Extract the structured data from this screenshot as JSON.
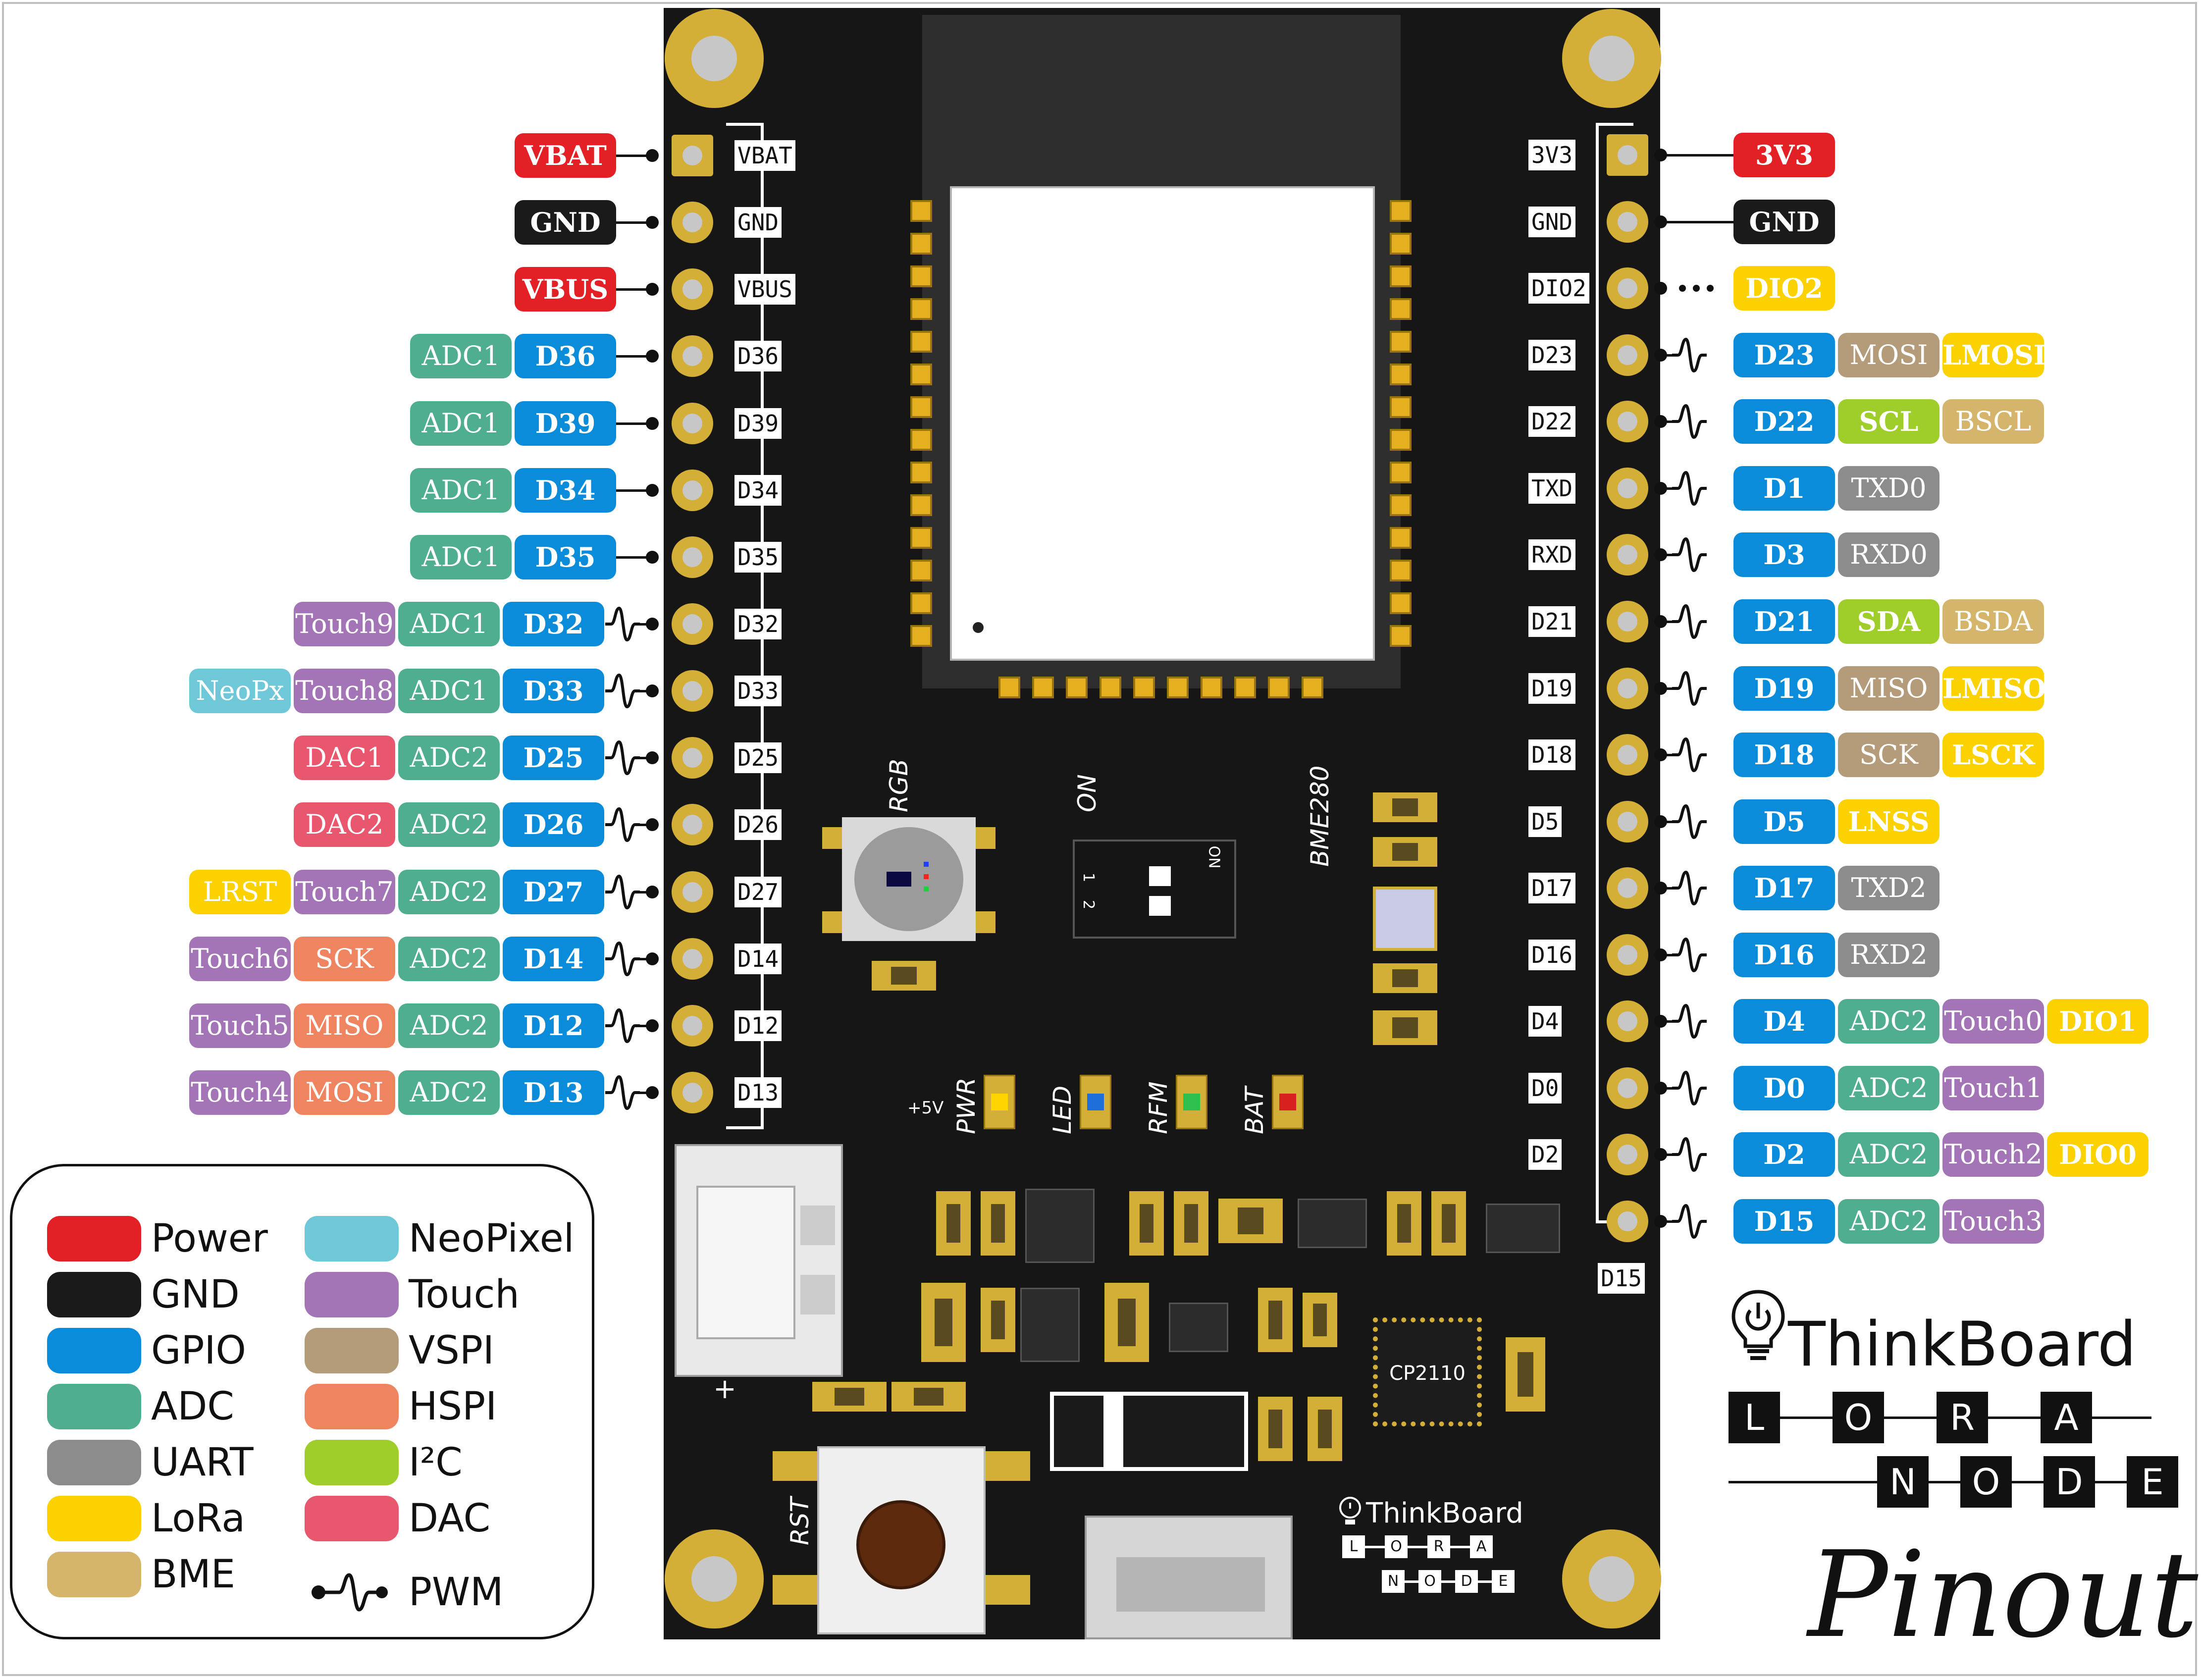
{
  "colors": {
    "power": "#e32026",
    "gnd": "#1a1a1a",
    "gpio": "#0a8cdb",
    "adc": "#4fae8f",
    "uart": "#8c8c8c",
    "lora": "#fbd200",
    "bme": "#d5b46c",
    "neopixel": "#6fc8d7",
    "touch": "#a374b6",
    "vspi": "#b49b79",
    "hspi": "#ef8560",
    "i2c": "#9fcd2a",
    "dac": "#e8576e"
  },
  "left_pins": [
    {
      "silk": "VBAT",
      "tags": [
        {
          "text": "VBAT",
          "kind": "power"
        }
      ]
    },
    {
      "silk": "GND",
      "tags": [
        {
          "text": "GND",
          "kind": "gnd"
        }
      ]
    },
    {
      "silk": "VBUS",
      "tags": [
        {
          "text": "VBUS",
          "kind": "power"
        }
      ]
    },
    {
      "silk": "D36",
      "tags": [
        {
          "text": "D36",
          "kind": "gpio"
        },
        {
          "text": "ADC1",
          "kind": "adc"
        }
      ]
    },
    {
      "silk": "D39",
      "tags": [
        {
          "text": "D39",
          "kind": "gpio"
        },
        {
          "text": "ADC1",
          "kind": "adc"
        }
      ]
    },
    {
      "silk": "D34",
      "tags": [
        {
          "text": "D34",
          "kind": "gpio"
        },
        {
          "text": "ADC1",
          "kind": "adc"
        }
      ]
    },
    {
      "silk": "D35",
      "tags": [
        {
          "text": "D35",
          "kind": "gpio"
        },
        {
          "text": "ADC1",
          "kind": "adc"
        }
      ]
    },
    {
      "silk": "D32",
      "pwm": true,
      "tags": [
        {
          "text": "D32",
          "kind": "gpio"
        },
        {
          "text": "ADC1",
          "kind": "adc"
        },
        {
          "text": "Touch9",
          "kind": "touch"
        }
      ]
    },
    {
      "silk": "D33",
      "pwm": true,
      "tags": [
        {
          "text": "D33",
          "kind": "gpio"
        },
        {
          "text": "ADC1",
          "kind": "adc"
        },
        {
          "text": "Touch8",
          "kind": "touch"
        },
        {
          "text": "NeoPx",
          "kind": "neopixel"
        }
      ]
    },
    {
      "silk": "D25",
      "pwm": true,
      "tags": [
        {
          "text": "D25",
          "kind": "gpio"
        },
        {
          "text": "ADC2",
          "kind": "adc"
        },
        {
          "text": "DAC1",
          "kind": "dac"
        }
      ]
    },
    {
      "silk": "D26",
      "pwm": true,
      "tags": [
        {
          "text": "D26",
          "kind": "gpio"
        },
        {
          "text": "ADC2",
          "kind": "adc"
        },
        {
          "text": "DAC2",
          "kind": "dac"
        }
      ]
    },
    {
      "silk": "D27",
      "pwm": true,
      "tags": [
        {
          "text": "D27",
          "kind": "gpio"
        },
        {
          "text": "ADC2",
          "kind": "adc"
        },
        {
          "text": "Touch7",
          "kind": "touch"
        },
        {
          "text": "LRST",
          "kind": "lora"
        }
      ]
    },
    {
      "silk": "D14",
      "pwm": true,
      "tags": [
        {
          "text": "D14",
          "kind": "gpio"
        },
        {
          "text": "ADC2",
          "kind": "adc"
        },
        {
          "text": "SCK",
          "kind": "hspi"
        },
        {
          "text": "Touch6",
          "kind": "touch"
        }
      ]
    },
    {
      "silk": "D12",
      "pwm": true,
      "tags": [
        {
          "text": "D12",
          "kind": "gpio"
        },
        {
          "text": "ADC2",
          "kind": "adc"
        },
        {
          "text": "MISO",
          "kind": "hspi"
        },
        {
          "text": "Touch5",
          "kind": "touch"
        }
      ]
    },
    {
      "silk": "D13",
      "pwm": true,
      "tags": [
        {
          "text": "D13",
          "kind": "gpio"
        },
        {
          "text": "ADC2",
          "kind": "adc"
        },
        {
          "text": "MOSI",
          "kind": "hspi"
        },
        {
          "text": "Touch4",
          "kind": "touch"
        }
      ]
    }
  ],
  "right_pins": [
    {
      "silk": "3V3",
      "tags": [
        {
          "text": "3V3",
          "kind": "power"
        }
      ]
    },
    {
      "silk": "GND",
      "tags": [
        {
          "text": "GND",
          "kind": "gnd"
        }
      ]
    },
    {
      "silk": "DIO2",
      "dotted": true,
      "tags": [
        {
          "text": "DIO2",
          "kind": "lora"
        }
      ]
    },
    {
      "silk": "D23",
      "pwm": true,
      "tags": [
        {
          "text": "D23",
          "kind": "gpio"
        },
        {
          "text": "MOSI",
          "kind": "vspi"
        },
        {
          "text": "LMOSI",
          "kind": "lora"
        }
      ]
    },
    {
      "silk": "D22",
      "pwm": true,
      "tags": [
        {
          "text": "D22",
          "kind": "gpio"
        },
        {
          "text": "SCL",
          "kind": "i2c"
        },
        {
          "text": "BSCL",
          "kind": "bme"
        }
      ]
    },
    {
      "silk": "TXD",
      "pwm": true,
      "tags": [
        {
          "text": "D1",
          "kind": "gpio"
        },
        {
          "text": "TXD0",
          "kind": "uart"
        }
      ]
    },
    {
      "silk": "RXD",
      "pwm": true,
      "tags": [
        {
          "text": "D3",
          "kind": "gpio"
        },
        {
          "text": "RXD0",
          "kind": "uart"
        }
      ]
    },
    {
      "silk": "D21",
      "pwm": true,
      "tags": [
        {
          "text": "D21",
          "kind": "gpio"
        },
        {
          "text": "SDA",
          "kind": "i2c"
        },
        {
          "text": "BSDA",
          "kind": "bme"
        }
      ]
    },
    {
      "silk": "D19",
      "pwm": true,
      "tags": [
        {
          "text": "D19",
          "kind": "gpio"
        },
        {
          "text": "MISO",
          "kind": "vspi"
        },
        {
          "text": "LMISO",
          "kind": "lora"
        }
      ]
    },
    {
      "silk": "D18",
      "pwm": true,
      "tags": [
        {
          "text": "D18",
          "kind": "gpio"
        },
        {
          "text": "SCK",
          "kind": "vspi"
        },
        {
          "text": "LSCK",
          "kind": "lora"
        }
      ]
    },
    {
      "silk": "D5",
      "pwm": true,
      "tags": [
        {
          "text": "D5",
          "kind": "gpio"
        },
        {
          "text": "LNSS",
          "kind": "lora"
        }
      ]
    },
    {
      "silk": "D17",
      "pwm": true,
      "tags": [
        {
          "text": "D17",
          "kind": "gpio"
        },
        {
          "text": "TXD2",
          "kind": "uart"
        }
      ]
    },
    {
      "silk": "D16",
      "pwm": true,
      "tags": [
        {
          "text": "D16",
          "kind": "gpio"
        },
        {
          "text": "RXD2",
          "kind": "uart"
        }
      ]
    },
    {
      "silk": "D4",
      "pwm": true,
      "tags": [
        {
          "text": "D4",
          "kind": "gpio"
        },
        {
          "text": "ADC2",
          "kind": "adc"
        },
        {
          "text": "Touch0",
          "kind": "touch"
        },
        {
          "text": "DIO1",
          "kind": "lora"
        }
      ]
    },
    {
      "silk": "D0",
      "pwm": true,
      "tags": [
        {
          "text": "D0",
          "kind": "gpio"
        },
        {
          "text": "ADC2",
          "kind": "adc"
        },
        {
          "text": "Touch1",
          "kind": "touch"
        }
      ]
    },
    {
      "silk": "D2",
      "pwm": true,
      "tags": [
        {
          "text": "D2",
          "kind": "gpio"
        },
        {
          "text": "ADC2",
          "kind": "adc"
        },
        {
          "text": "Touch2",
          "kind": "touch"
        },
        {
          "text": "DIO0",
          "kind": "lora"
        }
      ]
    },
    {
      "silk": "D15",
      "pwm": true,
      "tags": [
        {
          "text": "D15",
          "kind": "gpio"
        },
        {
          "text": "ADC2",
          "kind": "adc"
        },
        {
          "text": "Touch3",
          "kind": "touch"
        }
      ]
    }
  ],
  "board": {
    "rgb_label": "RGB",
    "on_label": "ON",
    "switch_on": "ON",
    "switch_1": "1",
    "switch_2": "2",
    "bme_label": "BME280",
    "rst_label": "RST",
    "plus_label": "+",
    "five_v_label": "+5V",
    "led_labels": [
      {
        "text": "PWR",
        "color": "#ffd400"
      },
      {
        "text": "LED",
        "color": "#1e6fd9"
      },
      {
        "text": "RFM",
        "color": "#2fbf4f"
      },
      {
        "text": "BAT",
        "color": "#d92020"
      }
    ],
    "chip_label": "CP2110",
    "small_brand": "ThinkBoard",
    "small_row1": [
      "L",
      "O",
      "R",
      "A"
    ],
    "small_row2": [
      "N",
      "O",
      "D",
      "E"
    ]
  },
  "legend": {
    "left": [
      {
        "label": "Power",
        "kind": "power"
      },
      {
        "label": "GND",
        "kind": "gnd"
      },
      {
        "label": "GPIO",
        "kind": "gpio"
      },
      {
        "label": "ADC",
        "kind": "adc"
      },
      {
        "label": "UART",
        "kind": "uart"
      },
      {
        "label": "LoRa",
        "kind": "lora"
      },
      {
        "label": "BME",
        "kind": "bme"
      }
    ],
    "right": [
      {
        "label": "NeoPixel",
        "kind": "neopixel"
      },
      {
        "label": "Touch",
        "kind": "touch"
      },
      {
        "label": "VSPI",
        "kind": "vspi"
      },
      {
        "label": "HSPI",
        "kind": "hspi"
      },
      {
        "label": "I²C",
        "kind": "i2c"
      },
      {
        "label": "DAC",
        "kind": "dac"
      }
    ],
    "pwm_label": "PWM"
  },
  "branding": {
    "title": "ThinkBoard",
    "row1": [
      "L",
      "O",
      "R",
      "A"
    ],
    "row2": [
      "N",
      "O",
      "D",
      "E"
    ],
    "subtitle": "Pinout"
  }
}
